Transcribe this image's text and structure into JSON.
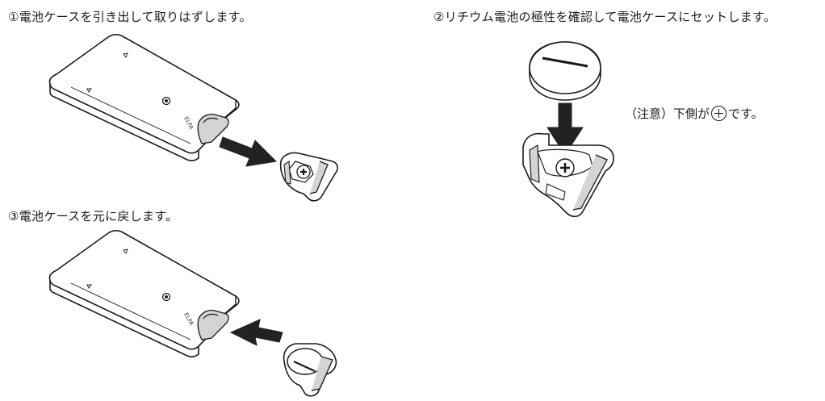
{
  "steps": [
    {
      "text": "①電池ケースを引き出して取りはずします。"
    },
    {
      "text": "②リチウム電池の極性を確認して電池ケースにセットします。"
    },
    {
      "text": "③電池ケースを元に戻します。"
    }
  ],
  "note": {
    "prefix": "（注意）下側が",
    "symbol": "plus-in-circle",
    "suffix": "です。"
  },
  "remote": {
    "logo": "ELPA"
  },
  "colors": {
    "line": "#1a1a1a",
    "arrow": "#222222",
    "shade": "#cfcfcf"
  }
}
